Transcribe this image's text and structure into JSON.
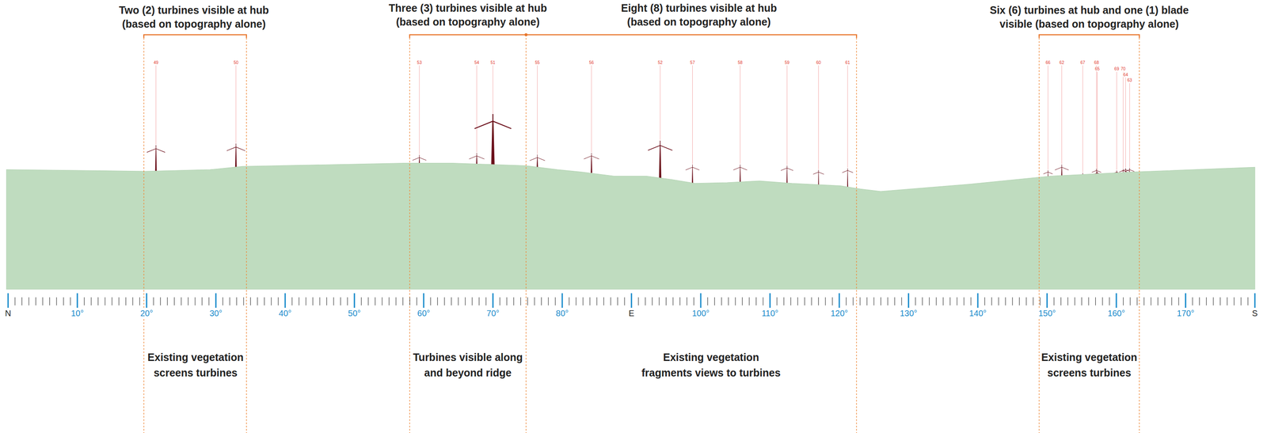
{
  "diagram": {
    "labels": [
      "Two (2) turbines visible at hub (based on topography alone)",
      "Three (3) turbines visible at hub (based on topography alone)",
      "Eight (8) turbines visible at hub (based on topography alone)",
      "Six (6) turbines at hub and one (1) blade visible (based on topography alone)",
      "49",
      "50",
      "53",
      "54",
      "51",
      "55",
      "56",
      "52",
      "57",
      "58",
      "59",
      "60",
      "61",
      "66",
      "62",
      "67",
      "68",
      "65",
      "69",
      "70",
      "64",
      "63",
      "N",
      "10°",
      "20°",
      "30°",
      "40°",
      "50°",
      "60°",
      "70°",
      "80°",
      "E",
      "100°",
      "110°",
      "120°",
      "130°",
      "140°",
      "150°",
      "160°",
      "170°",
      "S",
      "Existing vegetation screens turbines",
      "Turbines visible along and beyond ridge",
      "Existing vegetation fragments views to turbines",
      "Existing vegetation screens turbines"
    ]
  }
}
